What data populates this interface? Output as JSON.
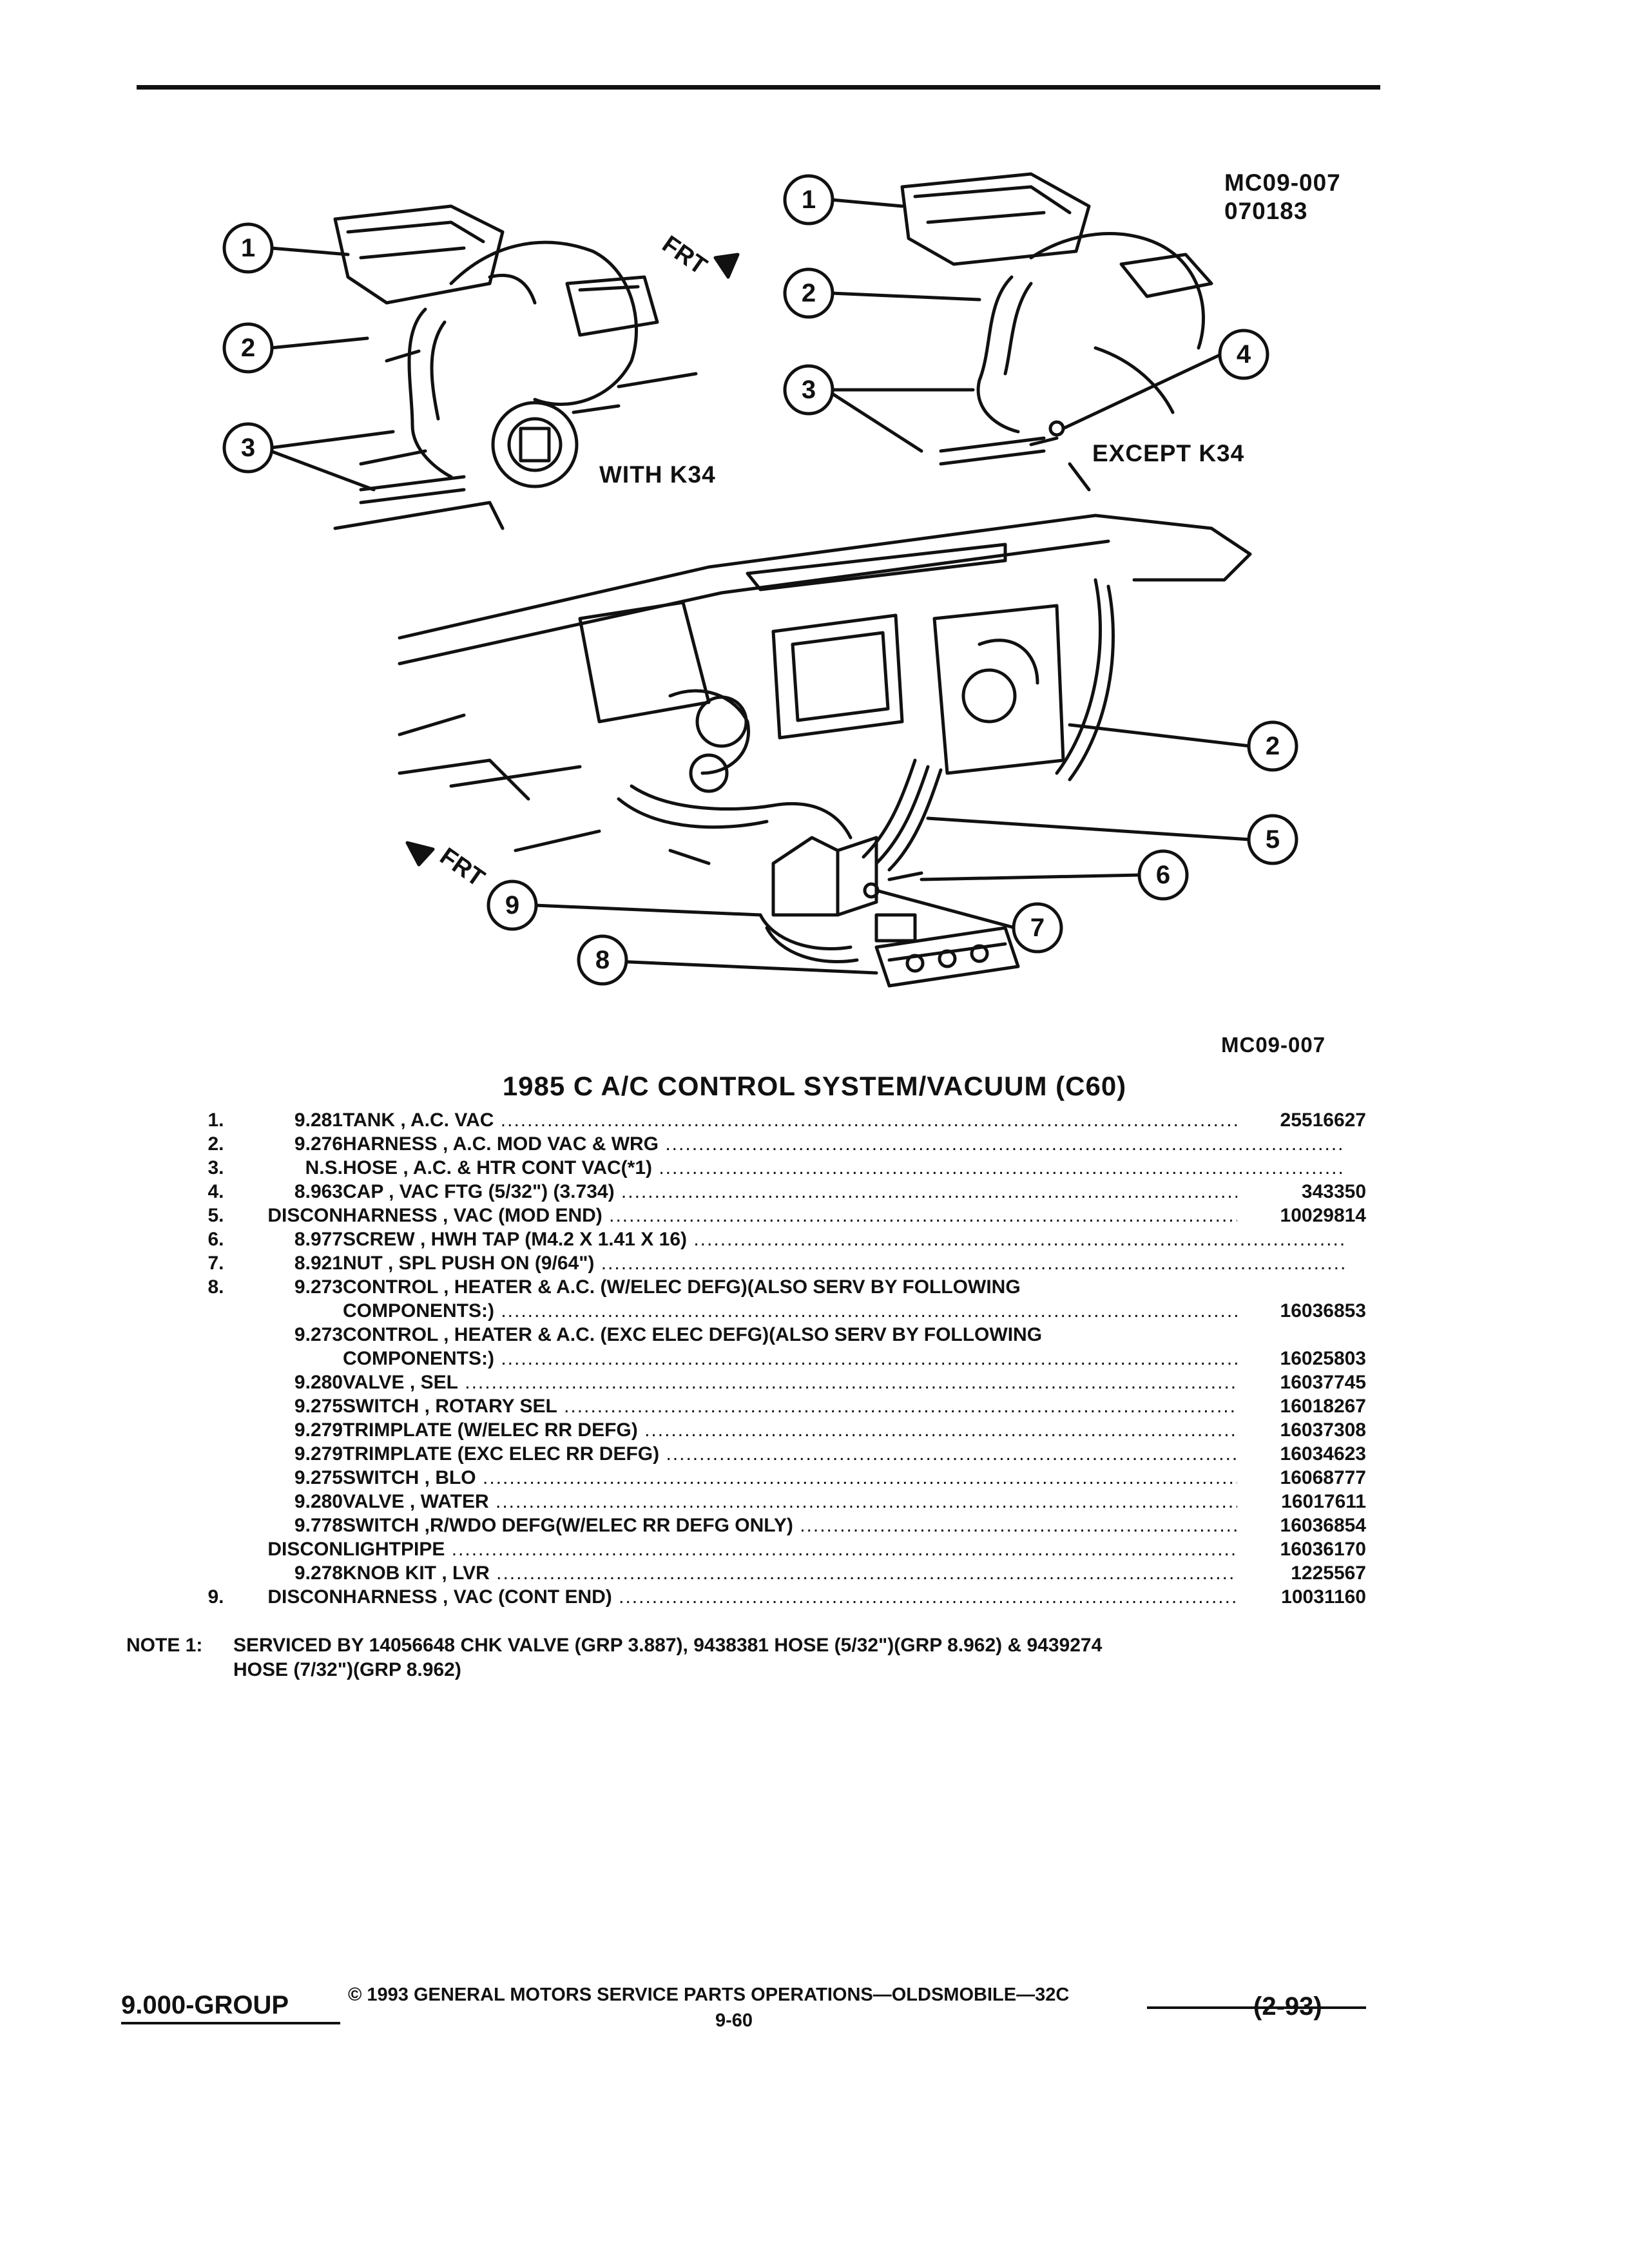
{
  "figure": {
    "codes": [
      "MC09-007",
      "070183"
    ],
    "bottom_code": "MC09-007",
    "label_with": "WITH K34",
    "label_except": "EXCEPT K34",
    "frt": "FRT",
    "callouts": [
      "1",
      "2",
      "3",
      "4",
      "5",
      "6",
      "7",
      "8",
      "9"
    ]
  },
  "title": "1985 C A/C CONTROL SYSTEM/VACUUM (C60)",
  "parts": [
    {
      "idx": "1.",
      "grp": "9.281",
      "desc": "TANK , A.C. VAC",
      "pn": "25516627"
    },
    {
      "idx": "2.",
      "grp": "9.276",
      "desc": "HARNESS , A.C. MOD VAC & WRG",
      "pn": ""
    },
    {
      "idx": "3.",
      "grp": "N.S.",
      "desc": "HOSE , A.C. & HTR CONT VAC(*1)",
      "pn": ""
    },
    {
      "idx": "4.",
      "grp": "8.963",
      "desc": "CAP , VAC FTG (5/32\") (3.734)",
      "pn": "343350"
    },
    {
      "idx": "5.",
      "grp": "DISCON",
      "desc": "HARNESS , VAC (MOD END)",
      "pn": "10029814"
    },
    {
      "idx": "6.",
      "grp": "8.977",
      "desc": "SCREW , HWH TAP (M4.2 X 1.41 X 16)",
      "pn": ""
    },
    {
      "idx": "7.",
      "grp": "8.921",
      "desc": "NUT , SPL PUSH ON (9/64\")",
      "pn": ""
    },
    {
      "idx": "8.",
      "grp": "9.273",
      "desc": "CONTROL , HEATER & A.C. (W/ELEC DEFG)(ALSO SERV BY FOLLOWING",
      "pn": "",
      "nodots": true
    },
    {
      "idx": "",
      "grp": "",
      "desc": "COMPONENTS:)",
      "pn": "16036853"
    },
    {
      "idx": "",
      "grp": "9.273",
      "desc": "CONTROL , HEATER & A.C. (EXC ELEC DEFG)(ALSO SERV BY FOLLOWING",
      "pn": "",
      "nodots": true
    },
    {
      "idx": "",
      "grp": "",
      "desc": "COMPONENTS:)",
      "pn": "16025803"
    },
    {
      "idx": "",
      "grp": "9.280",
      "desc": "VALVE , SEL",
      "pn": "16037745"
    },
    {
      "idx": "",
      "grp": "9.275",
      "desc": "SWITCH , ROTARY SEL",
      "pn": "16018267"
    },
    {
      "idx": "",
      "grp": "9.279",
      "desc": "TRIMPLATE (W/ELEC RR DEFG)",
      "pn": "16037308"
    },
    {
      "idx": "",
      "grp": "9.279",
      "desc": "TRIMPLATE (EXC ELEC RR DEFG)",
      "pn": "16034623"
    },
    {
      "idx": "",
      "grp": "9.275",
      "desc": "SWITCH , BLO",
      "pn": "16068777"
    },
    {
      "idx": "",
      "grp": "9.280",
      "desc": "VALVE , WATER",
      "pn": "16017611"
    },
    {
      "idx": "",
      "grp": "9.778",
      "desc": "SWITCH ,R/WDO DEFG(W/ELEC RR DEFG ONLY)",
      "pn": "16036854"
    },
    {
      "idx": "",
      "grp": "DISCON",
      "desc": "LIGHTPIPE",
      "pn": "16036170"
    },
    {
      "idx": "",
      "grp": "9.278",
      "desc": "KNOB KIT , LVR",
      "pn": "1225567"
    },
    {
      "idx": "9.",
      "grp": "DISCON",
      "desc": "HARNESS , VAC (CONT END)",
      "pn": "10031160"
    }
  ],
  "note": {
    "label": "NOTE  1:",
    "line1": "SERVICED BY 14056648 CHK VALVE (GRP 3.887), 9438381 HOSE (5/32\")(GRP 8.962) & 9439274",
    "line2": "HOSE (7/32\")(GRP 8.962)"
  },
  "footer": {
    "group": "9.000-GROUP",
    "copyright": "© 1993 GENERAL MOTORS SERVICE PARTS OPERATIONS—OLDSMOBILE—32C",
    "page": "9-60",
    "date": "(2-93)"
  }
}
